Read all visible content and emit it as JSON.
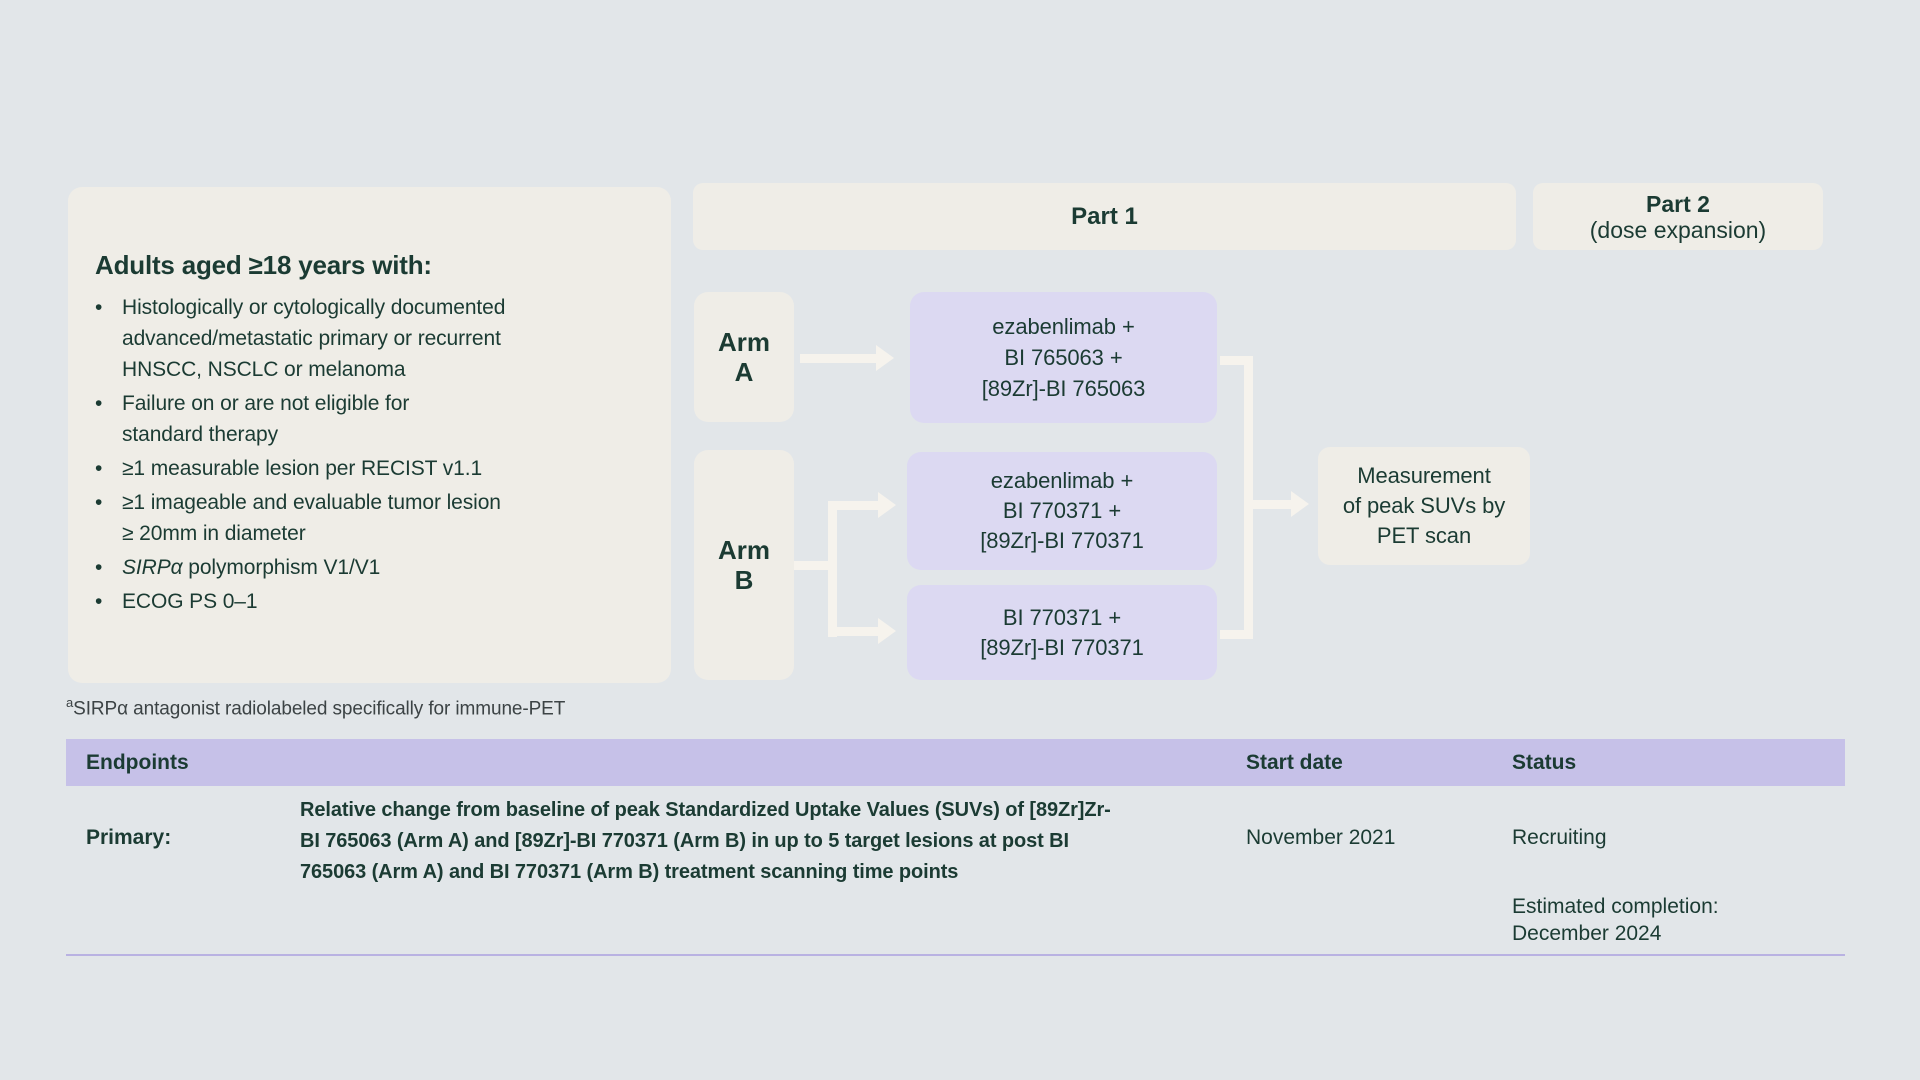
{
  "colors": {
    "background": "#E2E6E9",
    "cream_box": "#EFEDE7",
    "lavender_box": "#DCD9F2",
    "table_header": "#C6C1E8",
    "text_dark_teal": "#1B3B33",
    "connector": "#F6F3ED",
    "divider": "#B9B2E2"
  },
  "criteria": {
    "title": "Adults aged ≥18 years with:",
    "bullets": [
      {
        "marker": "•",
        "italic": "",
        "text": "Histologically or cytologically documented\nadvanced/metastatic primary or recurrent\nHNSCC, NSCLC or melanoma"
      },
      {
        "marker": "•",
        "italic": "",
        "text": "Failure on or are not eligible for\nstandard therapy"
      },
      {
        "marker": "•",
        "italic": "",
        "text": "≥1 measurable lesion per RECIST v1.1"
      },
      {
        "marker": "•",
        "italic": "",
        "text": "≥1 imageable and evaluable tumor lesion\n≥ 20mm in diameter"
      },
      {
        "marker": "•",
        "italic": "SIRPα",
        "text": " polymorphism V1/V1"
      },
      {
        "marker": "•",
        "italic": "",
        "text": "ECOG PS 0–1"
      }
    ]
  },
  "footnote": {
    "sup": "a",
    "text": "SIRPα antagonist radiolabeled specifically for immune-PET"
  },
  "flow": {
    "part1_label": "Part 1",
    "part2_line1": "Part 2",
    "part2_line2": "(dose expansion)",
    "armA_label": "Arm\nA",
    "armB_label": "Arm\nB",
    "boxA": "ezabenlimab +\nBI 765063 +\n[89Zr]-BI 765063",
    "boxB1": "ezabenlimab +\nBI 770371 +\n[89Zr]-BI 770371",
    "boxB2": "BI 770371 +\n[89Zr]-BI 770371",
    "measurement": "Measurement\nof peak SUVs by\nPET scan"
  },
  "table": {
    "headers": [
      "Endpoints",
      "Start date",
      "Status"
    ],
    "row": {
      "label": "Primary:",
      "endpoint": "Relative change from baseline of peak Standardized Uptake Values (SUVs) of [89Zr]Zr-\nBI 765063 (Arm A) and [89Zr]-BI 770371 (Arm B) in up to 5 target lesions at post BI\n765063 (Arm A) and BI 770371 (Arm B) treatment scanning time points",
      "start_date": "November 2021",
      "status": "Recruiting",
      "status_note": "Estimated completion:\nDecember 2024"
    }
  }
}
